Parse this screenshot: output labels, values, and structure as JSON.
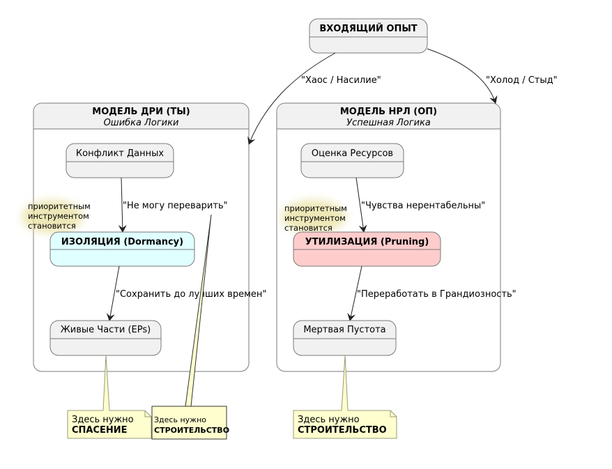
{
  "diagram": {
    "type": "state-diagram",
    "incoming": {
      "title": "ВХОДЯЩИЙ ОПЫТ"
    },
    "containers": [
      {
        "id": "dri",
        "title": "МОДЕЛЬ ДРИ (ТЫ)",
        "subtitle": "Ошибка Логики",
        "states": [
          {
            "id": "conflict",
            "label": "Конфликт Данных",
            "color": "#f1f1f1"
          },
          {
            "id": "isolation",
            "label": "ИЗОЛЯЦИЯ (Dormancy)",
            "color": "#e0ffff",
            "bold": true
          },
          {
            "id": "live_parts",
            "label": "Живые Части (EPs)",
            "color": "#f1f1f1"
          }
        ],
        "transitions": [
          {
            "from": "conflict",
            "to": "isolation",
            "label": "\"Не могу переварить\""
          },
          {
            "from": "isolation",
            "to": "live_parts",
            "label": "\"Сохранить до лучших времен\""
          }
        ],
        "side_note": [
          "приоритетным",
          "инструментом",
          "становится"
        ]
      },
      {
        "id": "nrl",
        "title": "МОДЕЛЬ НРЛ (ОП)",
        "subtitle": "Успешная Логика",
        "states": [
          {
            "id": "assessment",
            "label": "Оценка Ресурсов",
            "color": "#f1f1f1"
          },
          {
            "id": "utilization",
            "label": "УТИЛИЗАЦИЯ (Pruning)",
            "color": "#ffcccc",
            "bold": true
          },
          {
            "id": "dead_void",
            "label": "Мертвая Пустота",
            "color": "#f1f1f1"
          }
        ],
        "transitions": [
          {
            "from": "assessment",
            "to": "utilization",
            "label": "\"Чувства нерентабельны\""
          },
          {
            "from": "utilization",
            "to": "dead_void",
            "label": "\"Переработать в Грандиозность\""
          }
        ],
        "side_note": [
          "приоритетным",
          "инструментом",
          "становится"
        ]
      }
    ],
    "entry_transitions": [
      {
        "from": "incoming",
        "to": "dri",
        "label": "\"Хаос / Насилие\""
      },
      {
        "from": "incoming",
        "to": "nrl",
        "label": "\"Холод / Стыд\""
      }
    ],
    "notes": [
      {
        "attached_to": "live_parts",
        "line1": "Здесь нужно",
        "line2": "СПАСЕНИЕ"
      },
      {
        "attached_to": "isolation-label",
        "line1": "Здесь нужно",
        "line2": "СТРОИТЕЛЬСТВО"
      },
      {
        "attached_to": "dead_void",
        "line1": "Здесь нужно",
        "line2": "СТРОИТЕЛЬСТВО"
      }
    ],
    "colors": {
      "state_fill": "#f1f1f1",
      "isolation_fill": "#e0ffff",
      "utilization_fill": "#ffcccc",
      "note_fill": "#fefece",
      "border": "#7a7a7a"
    }
  }
}
